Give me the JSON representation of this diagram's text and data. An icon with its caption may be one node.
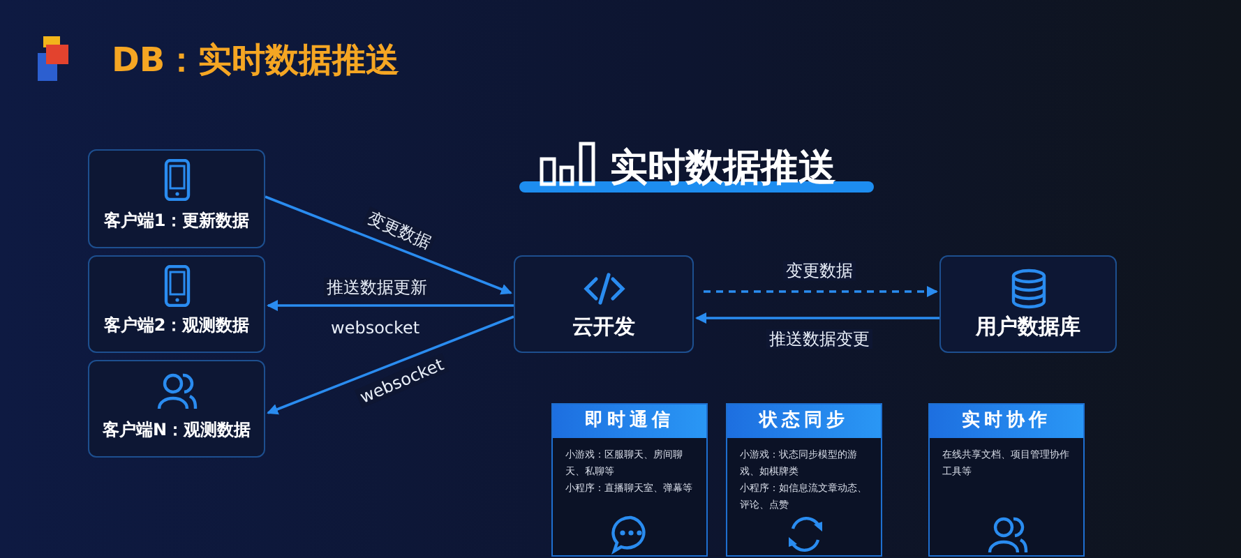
{
  "diagram": {
    "title": "DB：实时数据推送",
    "nodes": [
      {
        "text": [
          "客户端1：更新数据"
        ]
      },
      {
        "text": [
          "客户端2：观测数据"
        ]
      },
      {
        "text": [
          "客户端N：观测数据"
        ]
      },
      {
        "text": [
          "云开发"
        ]
      },
      {
        "text": [
          "用户数据库"
        ]
      },
      {
        "text": [
          "即时通信",
          "小游戏：区服聊天、房间聊天、私聊等",
          "小程序：直播聊天室、弹幕等"
        ]
      },
      {
        "text": [
          "状态同步",
          "小游戏：状态同步模型的游戏、如棋牌类",
          "小程序：如信息流文章动态、评论、点赞"
        ]
      },
      {
        "text": [
          "实时协作",
          "在线共享文档、项目管理协作工具等"
        ]
      }
    ],
    "edges": [
      {
        "from": 0,
        "to": 3,
        "arrow": "to",
        "label": "变更数据"
      },
      {
        "from": 3,
        "to": 1,
        "arrow": "to",
        "label": "推送数据更新"
      },
      {
        "from": 3,
        "to": 2,
        "arrow": "to",
        "label": "websocket"
      },
      {
        "from": 3,
        "to": 4,
        "arrow": "to",
        "label": "变更数据",
        "style": "dashed"
      },
      {
        "from": 4,
        "to": 3,
        "arrow": "to",
        "label": "推送数据变更"
      }
    ],
    "labels": [
      "实时数据推送",
      "websocket"
    ]
  }
}
